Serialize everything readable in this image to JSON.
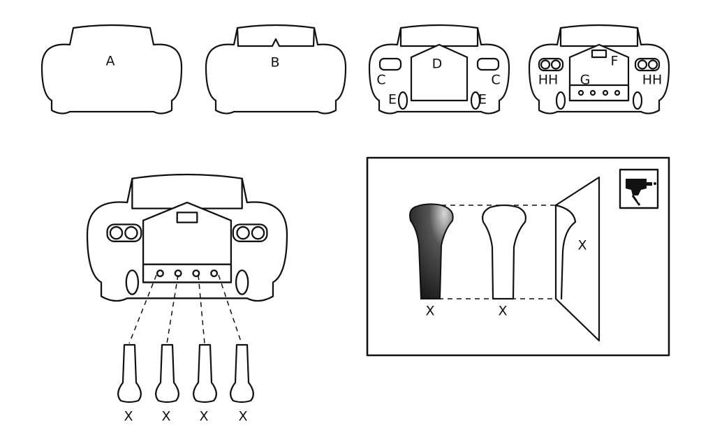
{
  "diagram": {
    "step_labels": {
      "body": "A",
      "windshield": "B",
      "grille": "D",
      "headlight_left": "C",
      "headlight_right": "C",
      "bumper_light_left": "E",
      "bumper_light_right": "E",
      "badge": "F",
      "bumper_bar": "G",
      "lamps_left": "HH",
      "lamps_right": "HH"
    },
    "part_labels": [
      "X",
      "X",
      "X",
      "X"
    ],
    "detail_labels": {
      "shaded_part": "X",
      "outline_part": "X",
      "projection": "X"
    },
    "colors": {
      "ink": "#111111",
      "paper": "#ffffff"
    }
  }
}
